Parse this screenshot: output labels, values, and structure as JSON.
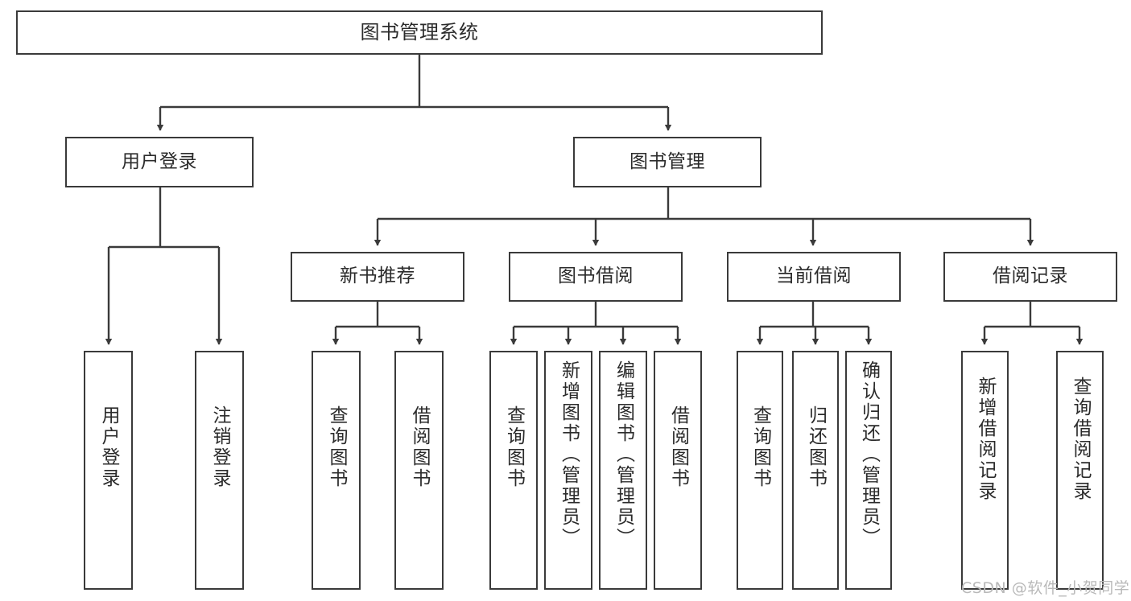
{
  "diagram": {
    "title": "图书管理系统",
    "watermark": "CSDN @软件_小贺同学",
    "colors": {
      "box_border": "#3a3a3a",
      "box_fill": "#ffffff",
      "connector": "#3a3a3a",
      "text": "#2b2b2b",
      "watermark": "#b9b9b9",
      "background": "#ffffff"
    },
    "levels": {
      "root": "图书管理系统",
      "level2": [
        "用户登录",
        "图书管理"
      ],
      "level3": [
        "新书推荐",
        "图书借阅",
        "当前借阅",
        "借阅记录"
      ]
    },
    "nodes": {
      "root": {
        "label": "图书管理系统"
      },
      "user_login": {
        "label": "用户登录"
      },
      "book_manage": {
        "label": "图书管理"
      },
      "new_book_recommend": {
        "label": "新书推荐"
      },
      "book_borrow": {
        "label": "图书借阅"
      },
      "current_borrow": {
        "label": "当前借阅"
      },
      "borrow_record": {
        "label": "借阅记录"
      },
      "leaf_user_login": {
        "label": "用户登录"
      },
      "leaf_logout": {
        "label": "注销登录"
      },
      "leaf_query_book_1": {
        "label": "查询图书"
      },
      "leaf_borrow_book_1": {
        "label": "借阅图书"
      },
      "leaf_query_book_2": {
        "label": "查询图书"
      },
      "leaf_add_book": {
        "label": "新增图书（管理员）"
      },
      "leaf_edit_book": {
        "label": "编辑图书（管理员）"
      },
      "leaf_borrow_book_2": {
        "label": "借阅图书"
      },
      "leaf_query_book_3": {
        "label": "查询图书"
      },
      "leaf_return_book": {
        "label": "归还图书"
      },
      "leaf_confirm_return": {
        "label": "确认归还（管理员）"
      },
      "leaf_add_record": {
        "label": "新增借阅记录"
      },
      "leaf_query_record": {
        "label": "查询借阅记录"
      }
    },
    "tree": {
      "root": "图书管理系统",
      "children": [
        {
          "label": "用户登录",
          "children": [
            {
              "label": "用户登录"
            },
            {
              "label": "注销登录"
            }
          ]
        },
        {
          "label": "图书管理",
          "children": [
            {
              "label": "新书推荐",
              "children": [
                {
                  "label": "查询图书"
                },
                {
                  "label": "借阅图书"
                }
              ]
            },
            {
              "label": "图书借阅",
              "children": [
                {
                  "label": "查询图书"
                },
                {
                  "label": "新增图书（管理员）"
                },
                {
                  "label": "编辑图书（管理员）"
                },
                {
                  "label": "借阅图书"
                }
              ]
            },
            {
              "label": "当前借阅",
              "children": [
                {
                  "label": "查询图书"
                },
                {
                  "label": "归还图书"
                },
                {
                  "label": "确认归还（管理员）"
                }
              ]
            },
            {
              "label": "借阅记录",
              "children": [
                {
                  "label": "新增借阅记录"
                },
                {
                  "label": "查询借阅记录"
                }
              ]
            }
          ]
        }
      ]
    }
  }
}
